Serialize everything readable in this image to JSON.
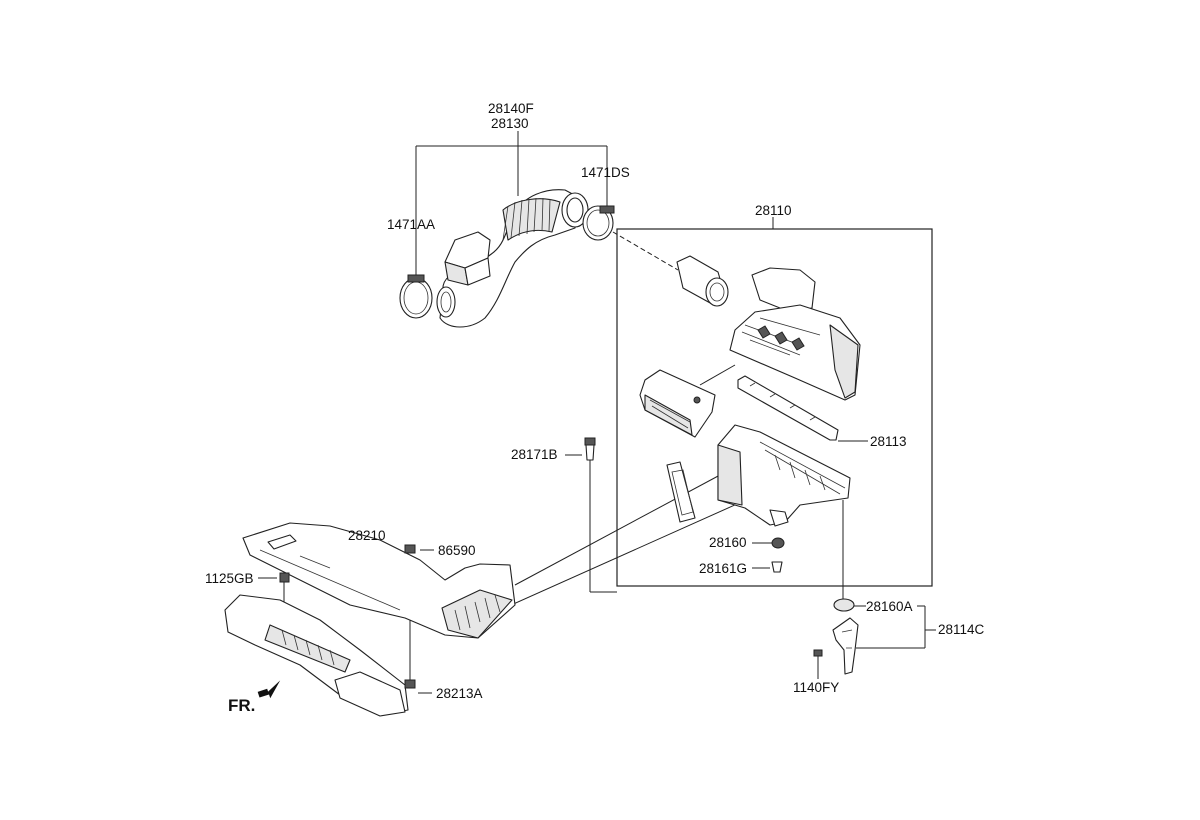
{
  "diagram": {
    "callouts": {
      "p28140F": "28140F",
      "p28130": "28130",
      "p1471DS": "1471DS",
      "p1471AA": "1471AA",
      "p28110": "28110",
      "p28113": "28113",
      "p28171B": "28171B",
      "p28160": "28160",
      "p28161G": "28161G",
      "p28210": "28210",
      "p86590": "86590",
      "p1125GB": "1125GB",
      "p28160A": "28160A",
      "p28114C": "28114C",
      "p1140FY": "1140FY",
      "p28213A": "28213A"
    },
    "direction_label": "FR."
  }
}
